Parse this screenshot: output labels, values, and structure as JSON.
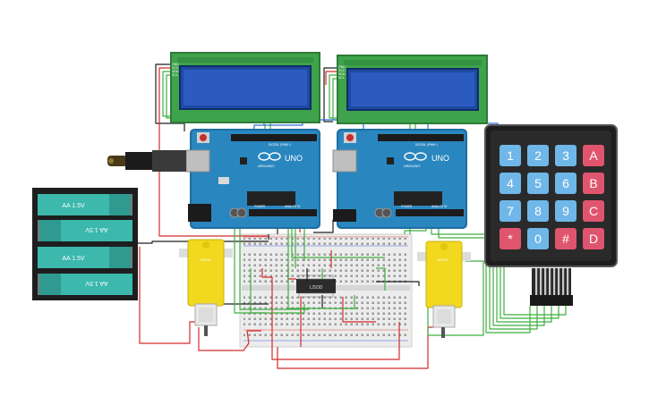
{
  "lcd_left": {
    "pins": [
      "GND",
      "VCC",
      "SDA",
      "SCL"
    ]
  },
  "lcd_right": {
    "pins": [
      "GND",
      "VCC",
      "SDA",
      "SCL"
    ]
  },
  "arduino_left": {
    "brand": "ARDUINO",
    "model": "UNO",
    "digital_label": "DIGITAL (PWM~)",
    "power_label": "POWER",
    "analog_label": "ANALOG IN"
  },
  "arduino_right": {
    "brand": "ARDUINO",
    "model": "UNO",
    "digital_label": "DIGITAL (PWM~)",
    "power_label": "POWER",
    "analog_label": "ANALOG IN"
  },
  "battery_pack": {
    "cells": [
      "AA 1.5V",
      "AA 1.5V",
      "AA 1.5V",
      "AA 1.5V"
    ]
  },
  "motor_left": {
    "label": "DRPM"
  },
  "motor_right": {
    "label": "DRPM"
  },
  "driver_chip": {
    "label": "L293D"
  },
  "keypad": {
    "keys": [
      "1",
      "2",
      "3",
      "A",
      "4",
      "5",
      "6",
      "B",
      "7",
      "8",
      "9",
      "C",
      "*",
      "0",
      "#",
      "D"
    ]
  }
}
